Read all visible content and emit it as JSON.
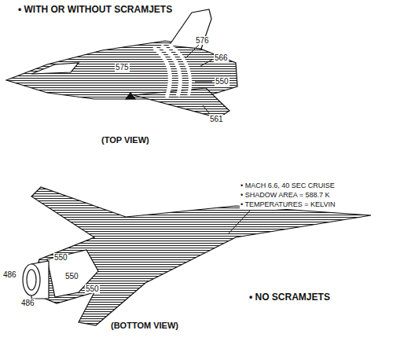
{
  "diagram": {
    "labels": [
      "• WITH OR WITHOUT SCRAMJETS",
      "575",
      "576",
      "566",
      "550",
      "561",
      "(TOP VIEW)",
      "• MACH 6.6, 40 SEC CRUISE",
      "• SHADOW AREA = 588.7 K",
      "• TEMPERATURES = KELVIN",
      "550",
      "486",
      "550",
      "486",
      "550",
      "• NO SCRAMJETS",
      "(BOTTOM VIEW)"
    ]
  }
}
